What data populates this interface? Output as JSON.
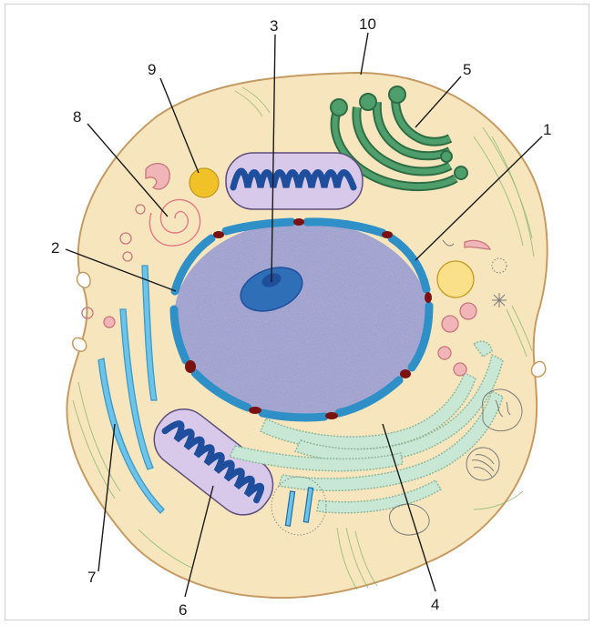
{
  "colors": {
    "cytoplasm": "#f7e6bd",
    "membrane": "#c59a63",
    "nucleoplasm": "#9fa0d4",
    "nuclear_envelope": "#2f90c8",
    "nuclear_pore": "#7a1212",
    "nucleolus": "#2f6fb8",
    "mitochondrion_outer": "#d8c9ea",
    "mitochondrion_cristae": "#1f4f9c",
    "golgi": "#4f9f6c",
    "rough_er": "#c8e7d4",
    "smooth_er": "#6ec3e8",
    "lysosome": "#f0c228",
    "vesicle": "#f1b5b8",
    "leader_line": "#1a1a1a"
  },
  "labels": [
    {
      "id": "label-1",
      "text": "1",
      "structure": "nuclear-envelope"
    },
    {
      "id": "label-2",
      "text": "2",
      "structure": "nuclear-pore"
    },
    {
      "id": "label-3",
      "text": "3",
      "structure": "nucleolus"
    },
    {
      "id": "label-4",
      "text": "4",
      "structure": "rough-endoplasmic-reticulum"
    },
    {
      "id": "label-5",
      "text": "5",
      "structure": "golgi-apparatus"
    },
    {
      "id": "label-6",
      "text": "6",
      "structure": "mitochondrion"
    },
    {
      "id": "label-7",
      "text": "7",
      "structure": "smooth-endoplasmic-reticulum"
    },
    {
      "id": "label-8",
      "text": "8",
      "structure": "myelin-figure"
    },
    {
      "id": "label-9",
      "text": "9",
      "structure": "lysosome"
    },
    {
      "id": "label-10",
      "text": "10",
      "structure": "cell-membrane"
    }
  ]
}
